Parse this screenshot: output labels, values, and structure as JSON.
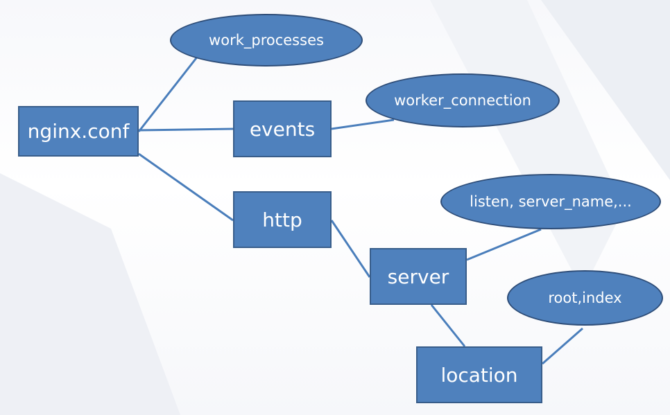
{
  "diagram": {
    "colors": {
      "fill": "#4f81bd",
      "stroke": "#385d8a",
      "edge": "#4a7ebb",
      "text": "#ffffff"
    },
    "nodes": [
      {
        "id": "nginx-conf",
        "label": "nginx.conf",
        "shape": "box"
      },
      {
        "id": "work-processes",
        "label": "work_processes",
        "shape": "ellipse"
      },
      {
        "id": "events",
        "label": "events",
        "shape": "box"
      },
      {
        "id": "worker-connection",
        "label": "worker_connection",
        "shape": "ellipse"
      },
      {
        "id": "http",
        "label": "http",
        "shape": "box"
      },
      {
        "id": "server",
        "label": "server",
        "shape": "box"
      },
      {
        "id": "listen-server-name",
        "label": "listen, server_name,...",
        "shape": "ellipse"
      },
      {
        "id": "location",
        "label": "location",
        "shape": "box"
      },
      {
        "id": "root-index",
        "label": "root,index",
        "shape": "ellipse"
      }
    ],
    "edges": [
      {
        "from": "nginx-conf",
        "to": "work-processes"
      },
      {
        "from": "nginx-conf",
        "to": "events"
      },
      {
        "from": "nginx-conf",
        "to": "http"
      },
      {
        "from": "events",
        "to": "worker-connection"
      },
      {
        "from": "http",
        "to": "server"
      },
      {
        "from": "server",
        "to": "listen-server-name"
      },
      {
        "from": "server",
        "to": "location"
      },
      {
        "from": "location",
        "to": "root-index"
      }
    ]
  }
}
